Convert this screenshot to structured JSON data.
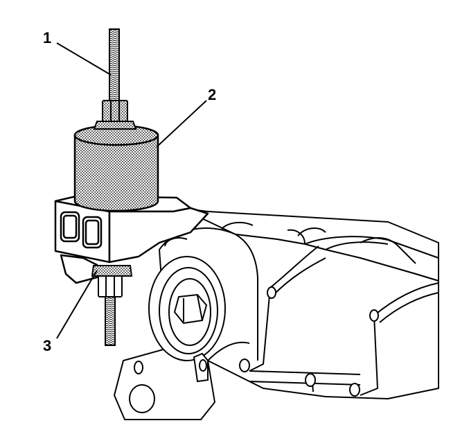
{
  "diagram": {
    "callouts": [
      {
        "id": "1",
        "label": "1"
      },
      {
        "id": "2",
        "label": "2"
      },
      {
        "id": "3",
        "label": "3"
      }
    ]
  },
  "colors": {
    "ink": "#000000",
    "paper": "#ffffff",
    "shade": "#bdbdbd"
  },
  "icons": {
    "threaded-rod": "threaded-rod-icon",
    "hex-nut": "hex-nut-icon",
    "cylinder": "puller-cylinder-icon",
    "bracket": "support-bracket-icon",
    "engine-block": "engine-block-icon"
  }
}
